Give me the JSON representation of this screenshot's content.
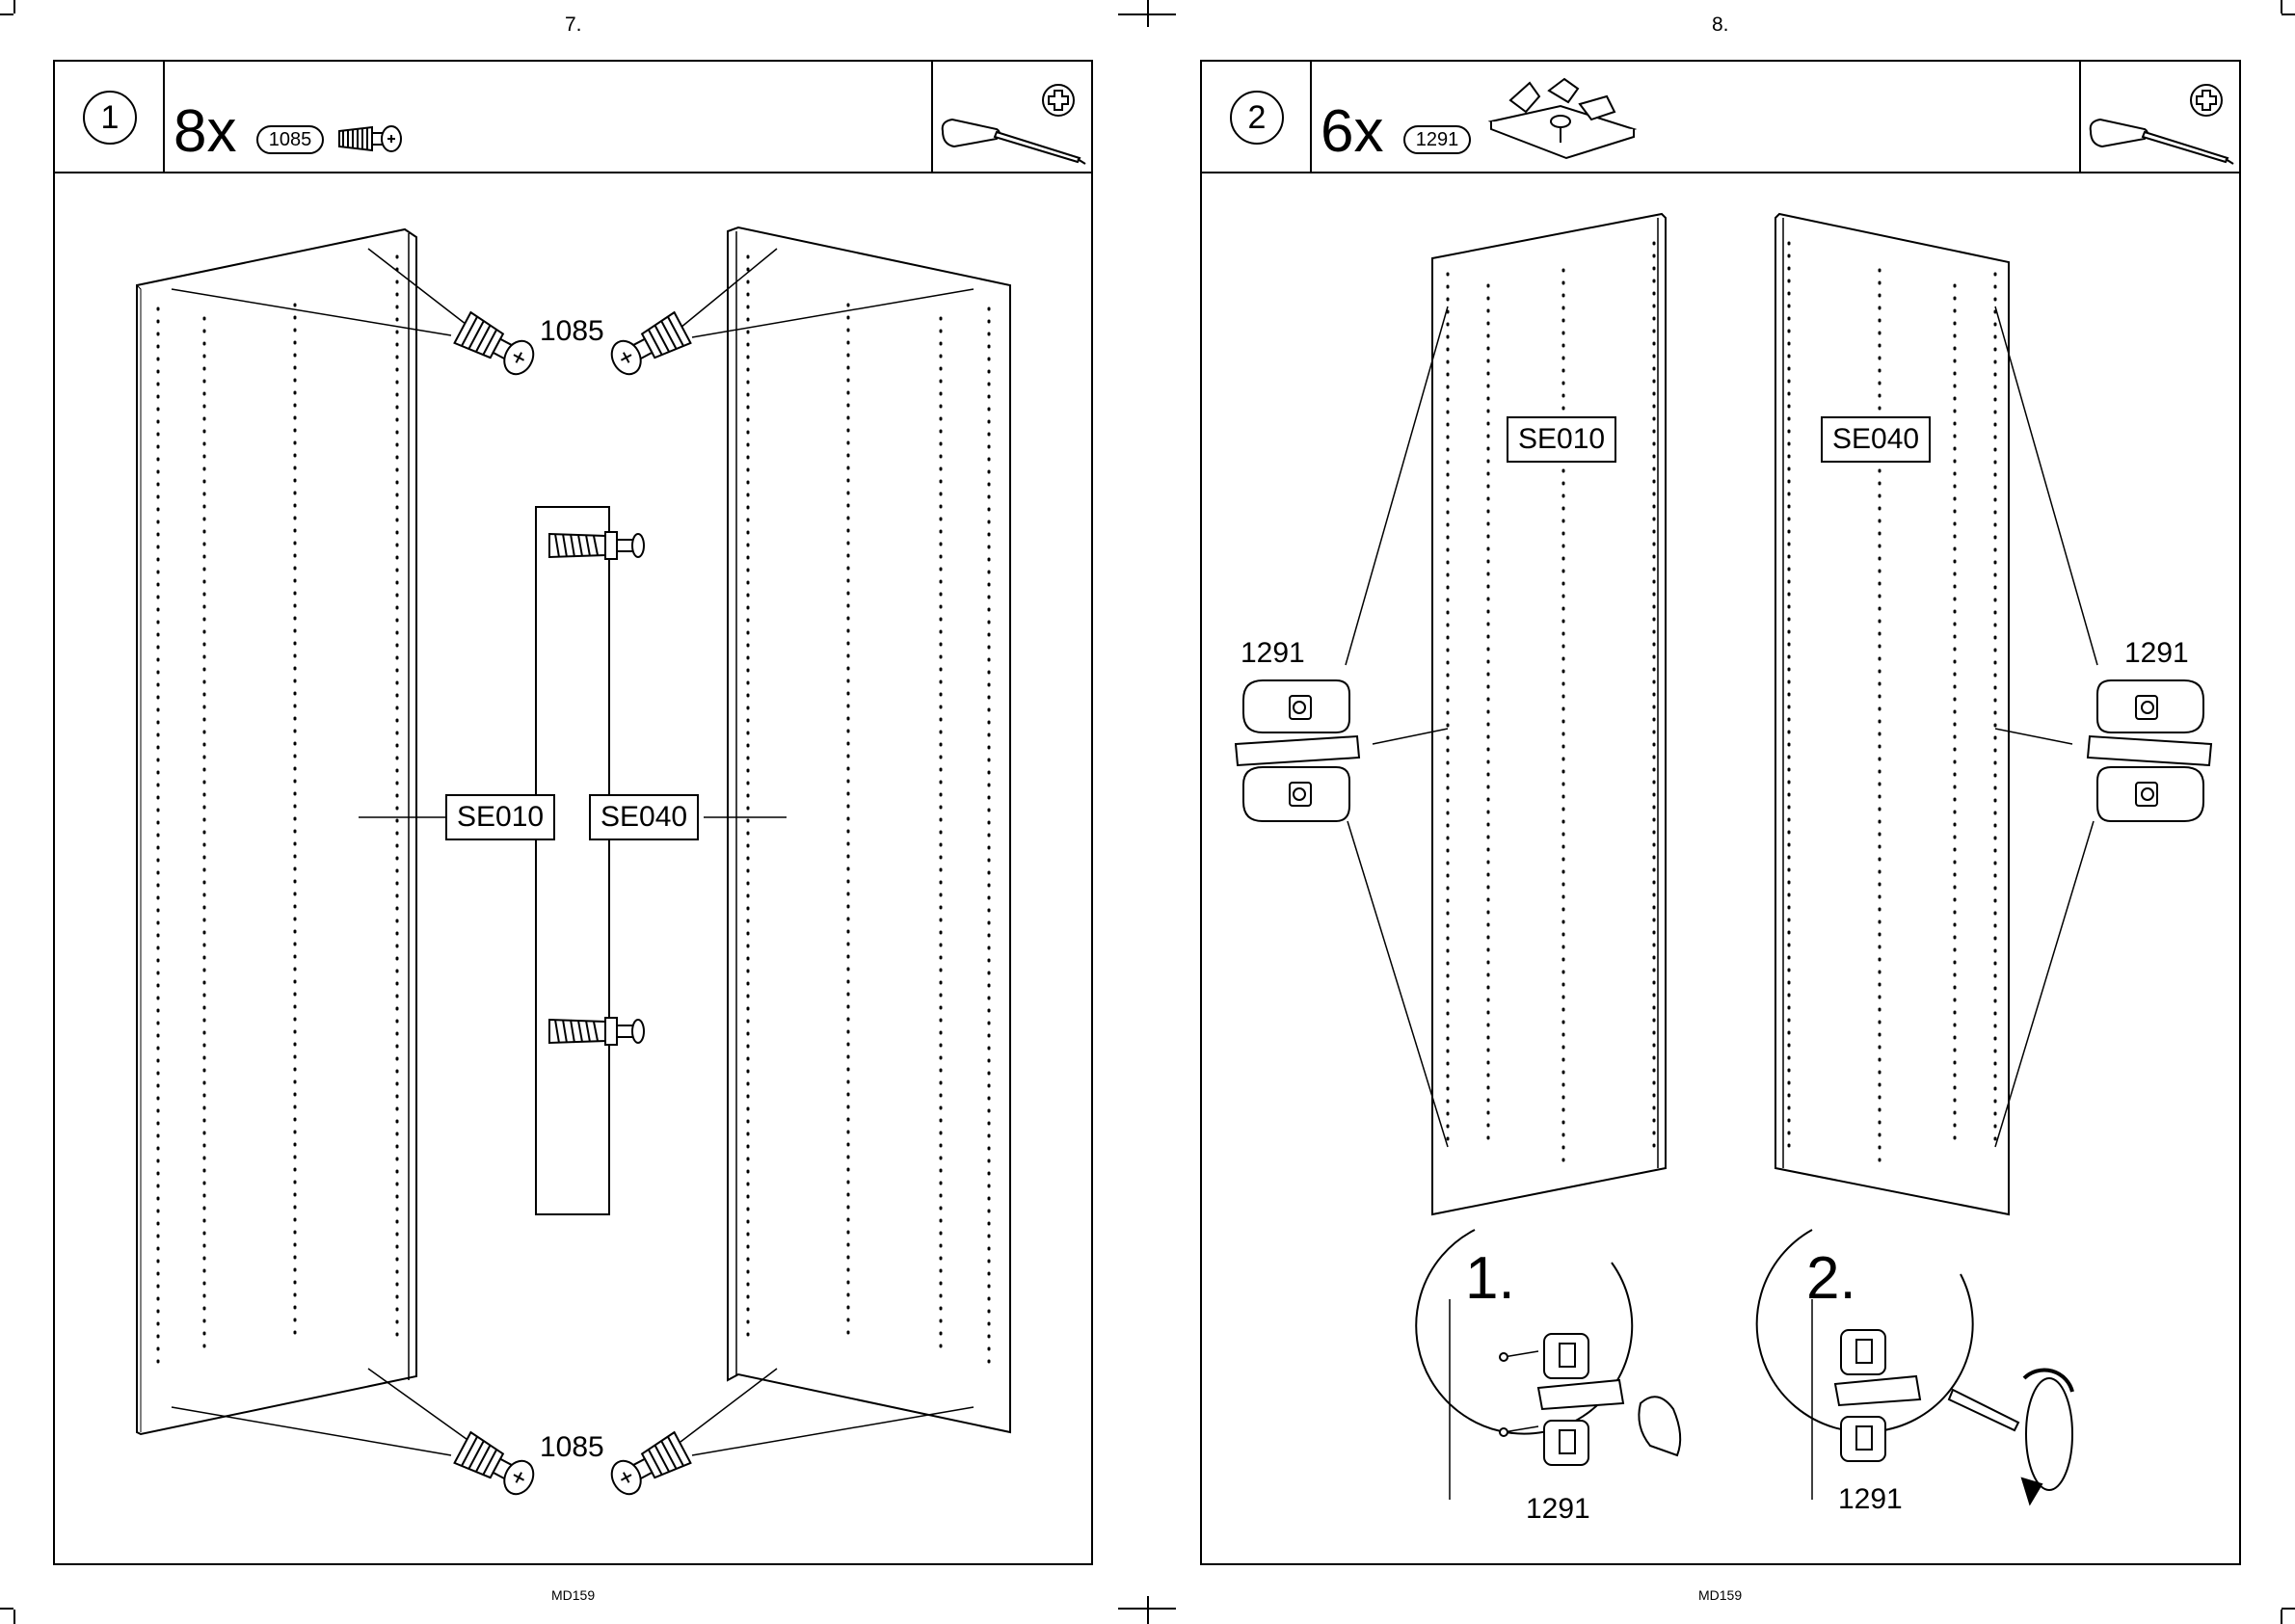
{
  "pages": {
    "left": {
      "page_number": "7.",
      "footer_code": "MD159",
      "step_number": "1",
      "quantity": "8x",
      "part_code": "1085",
      "callouts": {
        "top": "1085",
        "bottom": "1085"
      },
      "panel_labels": {
        "left_panel": "SE010",
        "right_panel": "SE040"
      }
    },
    "right": {
      "page_number": "8.",
      "footer_code": "MD159",
      "step_number": "2",
      "quantity": "6x",
      "part_code": "1291",
      "callouts": {
        "left_hinge": "1291",
        "right_hinge": "1291",
        "detail_1": "1291",
        "detail_2": "1291"
      },
      "panel_labels": {
        "left_panel": "SE010",
        "right_panel": "SE040"
      },
      "sub_steps": {
        "first": "1.",
        "second": "2."
      }
    }
  },
  "icons": {
    "tool": "screwdriver-icon",
    "phillips": "phillips-head-icon",
    "cam_bolt": "cam-bolt-icon",
    "hinge_plate": "hinge-plate-icon"
  }
}
